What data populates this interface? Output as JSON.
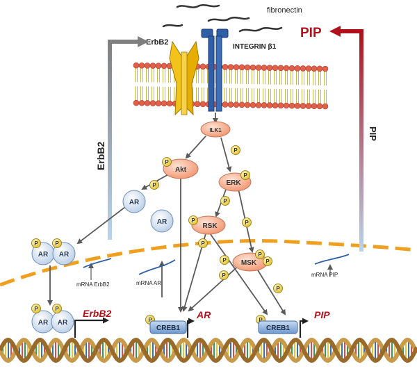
{
  "labels": {
    "fibronectin": "fibronectin",
    "erbb2_receptor": "ErbB2",
    "integrin": "INTEGRIN β1",
    "pip_top": "PIP",
    "erbb2_arrow": "ErbB2",
    "pip_arrow": "PIP",
    "ilk1": "ILK1",
    "akt": "Akt",
    "erk": "ERK",
    "rsk": "RSK",
    "msk": "MSK",
    "ar_free_1": "AR",
    "ar_free_2": "AR",
    "ar_dimer_cyto_a": "AR",
    "ar_dimer_cyto_b": "AR",
    "ar_dimer_nuc_a": "AR",
    "ar_dimer_nuc_b": "AR",
    "p": "P",
    "mrna_erbb2": "mRNA ErbB2",
    "mrna_ar": "mRNA AR",
    "mrna_pip": "mRNA PIP",
    "gene_erbb2": "ErbB2",
    "gene_ar": "AR",
    "gene_pip": "PIP",
    "creb1_left": "CREB1",
    "creb1_right": "CREB1"
  },
  "colors": {
    "kinase_fill": "#f6a98a",
    "kinase_stroke": "#c4765a",
    "ar_fill": "#d9e6f5",
    "ar_stroke": "#6d8fb6",
    "phospho_fill": "#f2dc62",
    "erbb2_yellow": "#f3c21b",
    "integrin_blue": "#2f5fa7",
    "gene_red": "#b0111b",
    "nuclear_dash": "#f0a020",
    "creb_fill": "#8fb3dd",
    "arrow_grey": "#5a5a5a"
  }
}
